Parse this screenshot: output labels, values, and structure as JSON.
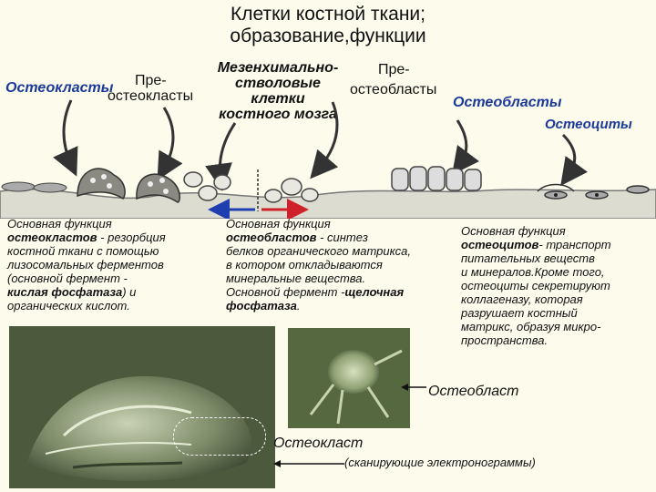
{
  "title_line1": "Клетки костной ткани;",
  "title_line2": "образование,функции",
  "labels": {
    "osteoclasts": "Остеокласты",
    "preosteoclasts_1": "Пре-",
    "preosteoclasts_2": "остеокласты",
    "msc_1": "Мезенхимально-",
    "msc_2": "стволовые",
    "msc_3": "клетки",
    "msc_4": "костного мозга",
    "preosteoblasts_1": "Пре-",
    "preosteoblasts_2": "остеобласты",
    "osteoblasts": "Остеобласты",
    "osteocytes": "Остеоциты"
  },
  "functions": {
    "osteoclast": {
      "line1": "Основная функция",
      "term": "остеокластов",
      "line2_rest": " - резорбция",
      "line3": "костной ткани с помощью",
      "line4": "лизосомальных ферментов",
      "line5": "(основной фермент -",
      "enzyme": "кислая фосфатаза",
      "line6_rest": ") и",
      "line7": "органических кислот."
    },
    "osteoblast": {
      "line1": "Основная функция",
      "term": "остеобластов",
      "line2_rest": " - синтез",
      "line3": "белков органического матрикса,",
      "line4": "в котором откладываются",
      "line5": "минеральные  вещества.",
      "line6": "Основной фермент -",
      "enzyme": "щелочная",
      "enzyme2": "фосфатаза",
      "line7_rest": "."
    },
    "osteocyte": {
      "line1": "Основная функция",
      "term": "остеоцитов",
      "line2_rest": "- транспорт",
      "line3": "питательных веществ",
      "line4": "и минералов.Кроме того,",
      "line5": "остеоциты секретируют",
      "line6": "коллагеназу, которая",
      "line7": "разрушает костный",
      "line8": "матрикс, образуя микро-",
      "line9": "пространства."
    }
  },
  "captions": {
    "osteoblast": "Остеобласт",
    "osteoclast": "Остеокласт",
    "note": "(сканирующие электронограммы)"
  },
  "colors": {
    "arrow_blue": "#1f3fb0",
    "arrow_red": "#d0202a",
    "accent_text": "#1a3a9a"
  }
}
